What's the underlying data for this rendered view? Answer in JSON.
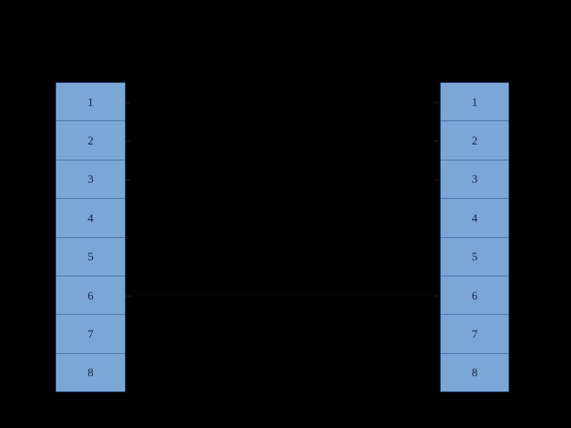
{
  "figure": {
    "background_color": "#000000",
    "cell_fill_color": "#7BA7D7",
    "cell_border_color": "#1f3864",
    "cell_divider_color": "#4a74ab",
    "label_color": "#14213d",
    "connector_color": "#050505"
  },
  "chart_data": {
    "type": "diagram",
    "title": "",
    "subtitle": "",
    "xlabel": "",
    "ylabel": "",
    "description": "Two parallel vertical columns each containing eight numbered cells, with faint connector stubs at rows 1, 2, 3 and 6.",
    "columns": [
      {
        "name": "left-column",
        "cells": [
          "1",
          "2",
          "3",
          "4",
          "5",
          "6",
          "7",
          "8"
        ],
        "connector_rows": [
          1,
          2,
          3,
          6
        ]
      },
      {
        "name": "right-column",
        "cells": [
          "1",
          "2",
          "3",
          "4",
          "5",
          "6",
          "7",
          "8"
        ],
        "connector_rows": [
          1,
          2,
          3,
          6
        ]
      }
    ],
    "edges": [
      {
        "from": 1,
        "to": 1
      },
      {
        "from": 2,
        "to": 2
      },
      {
        "from": 3,
        "to": 3
      },
      {
        "from": 6,
        "to": 6
      }
    ],
    "legend": [],
    "annotations": []
  },
  "left_column": {
    "name": "left-column",
    "cells": [
      {
        "label": "1"
      },
      {
        "label": "2"
      },
      {
        "label": "3"
      },
      {
        "label": "4"
      },
      {
        "label": "5"
      },
      {
        "label": "6"
      },
      {
        "label": "7"
      },
      {
        "label": "8"
      }
    ]
  },
  "right_column": {
    "name": "right-column",
    "cells": [
      {
        "label": "1"
      },
      {
        "label": "2"
      },
      {
        "label": "3"
      },
      {
        "label": "4"
      },
      {
        "label": "5"
      },
      {
        "label": "6"
      },
      {
        "label": "7"
      },
      {
        "label": "8"
      }
    ]
  }
}
